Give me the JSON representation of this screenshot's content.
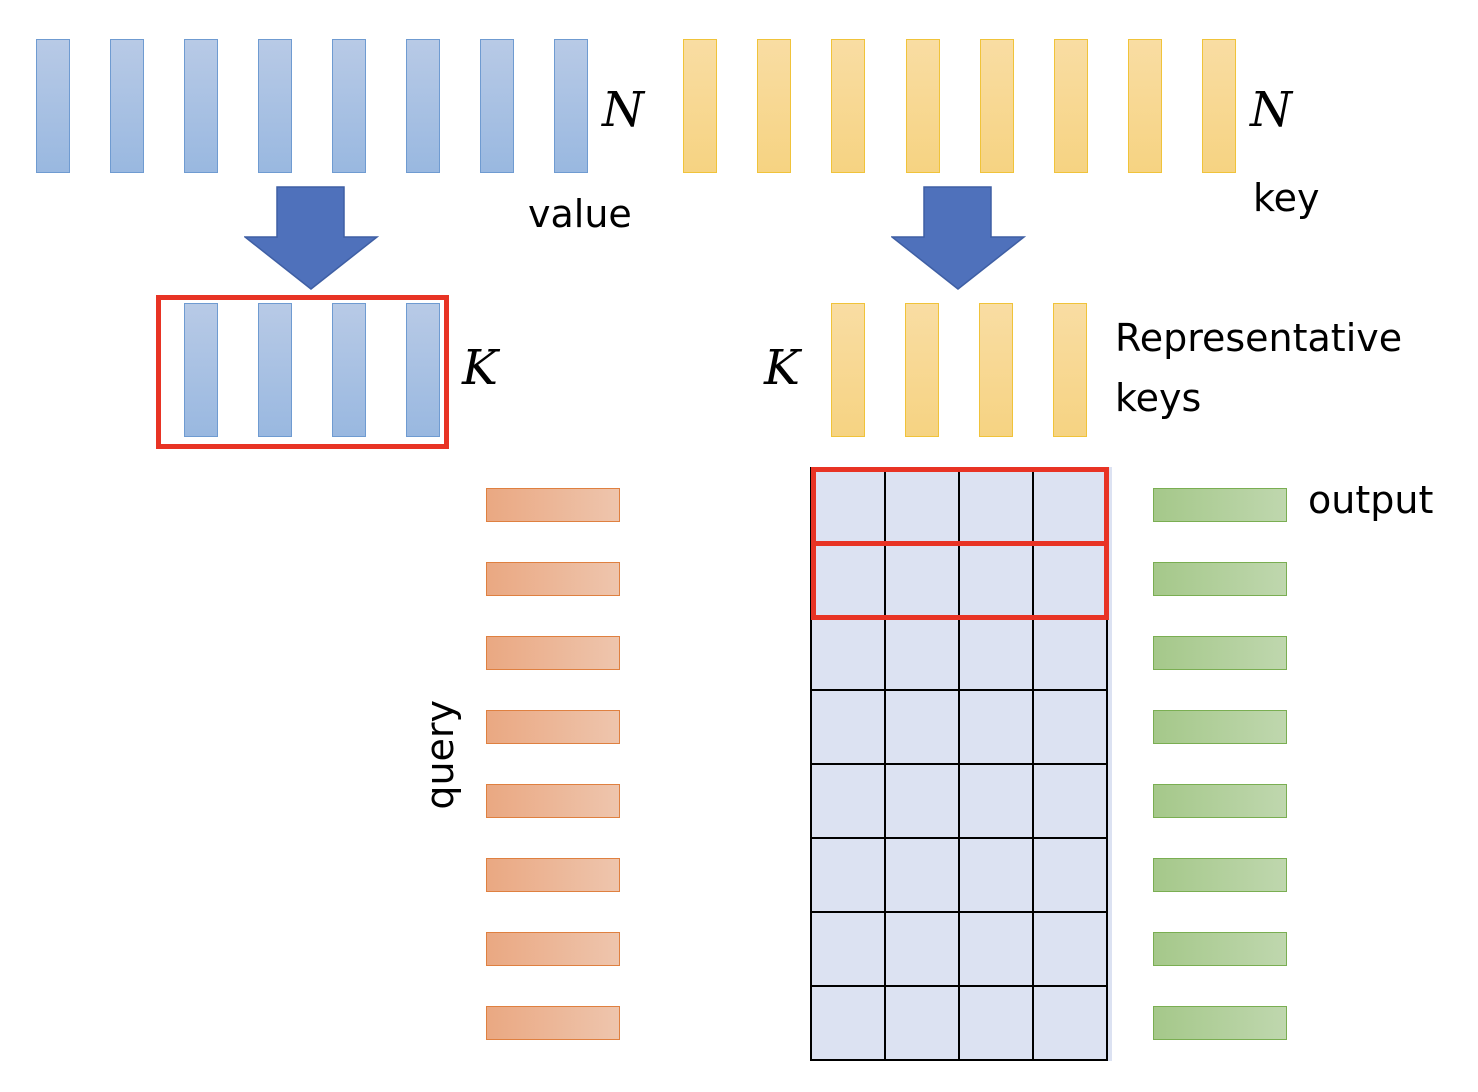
{
  "diagram": {
    "title": "Representative key attention",
    "value_block": {
      "label": "value",
      "count_symbol": "N",
      "vector_count": 8,
      "color": "#9bb9e0"
    },
    "key_block": {
      "label": "key",
      "count_symbol": "N",
      "vector_count": 8,
      "color": "#f7d68a"
    },
    "reduced_value_block": {
      "count_symbol": "K",
      "vector_count": 4,
      "highlighted": true,
      "highlight_color": "#e83324"
    },
    "representative_keys_block": {
      "label_line1": "Representative",
      "label_line2": "keys",
      "count_symbol": "K",
      "vector_count": 4
    },
    "query_block": {
      "label": "query",
      "vector_count": 8,
      "color": "#eaa882"
    },
    "attention_matrix": {
      "rows": 8,
      "cols": 4,
      "cell_color": "#dce2f2",
      "highlighted_rows": [
        1,
        2
      ],
      "highlight_color": "#e83324"
    },
    "output_block": {
      "label": "output",
      "vector_count": 8,
      "color": "#a5c88a"
    },
    "arrows": [
      {
        "name": "value-reduction-arrow",
        "color": "#4f71bb"
      },
      {
        "name": "key-reduction-arrow",
        "color": "#4f71bb"
      }
    ]
  }
}
